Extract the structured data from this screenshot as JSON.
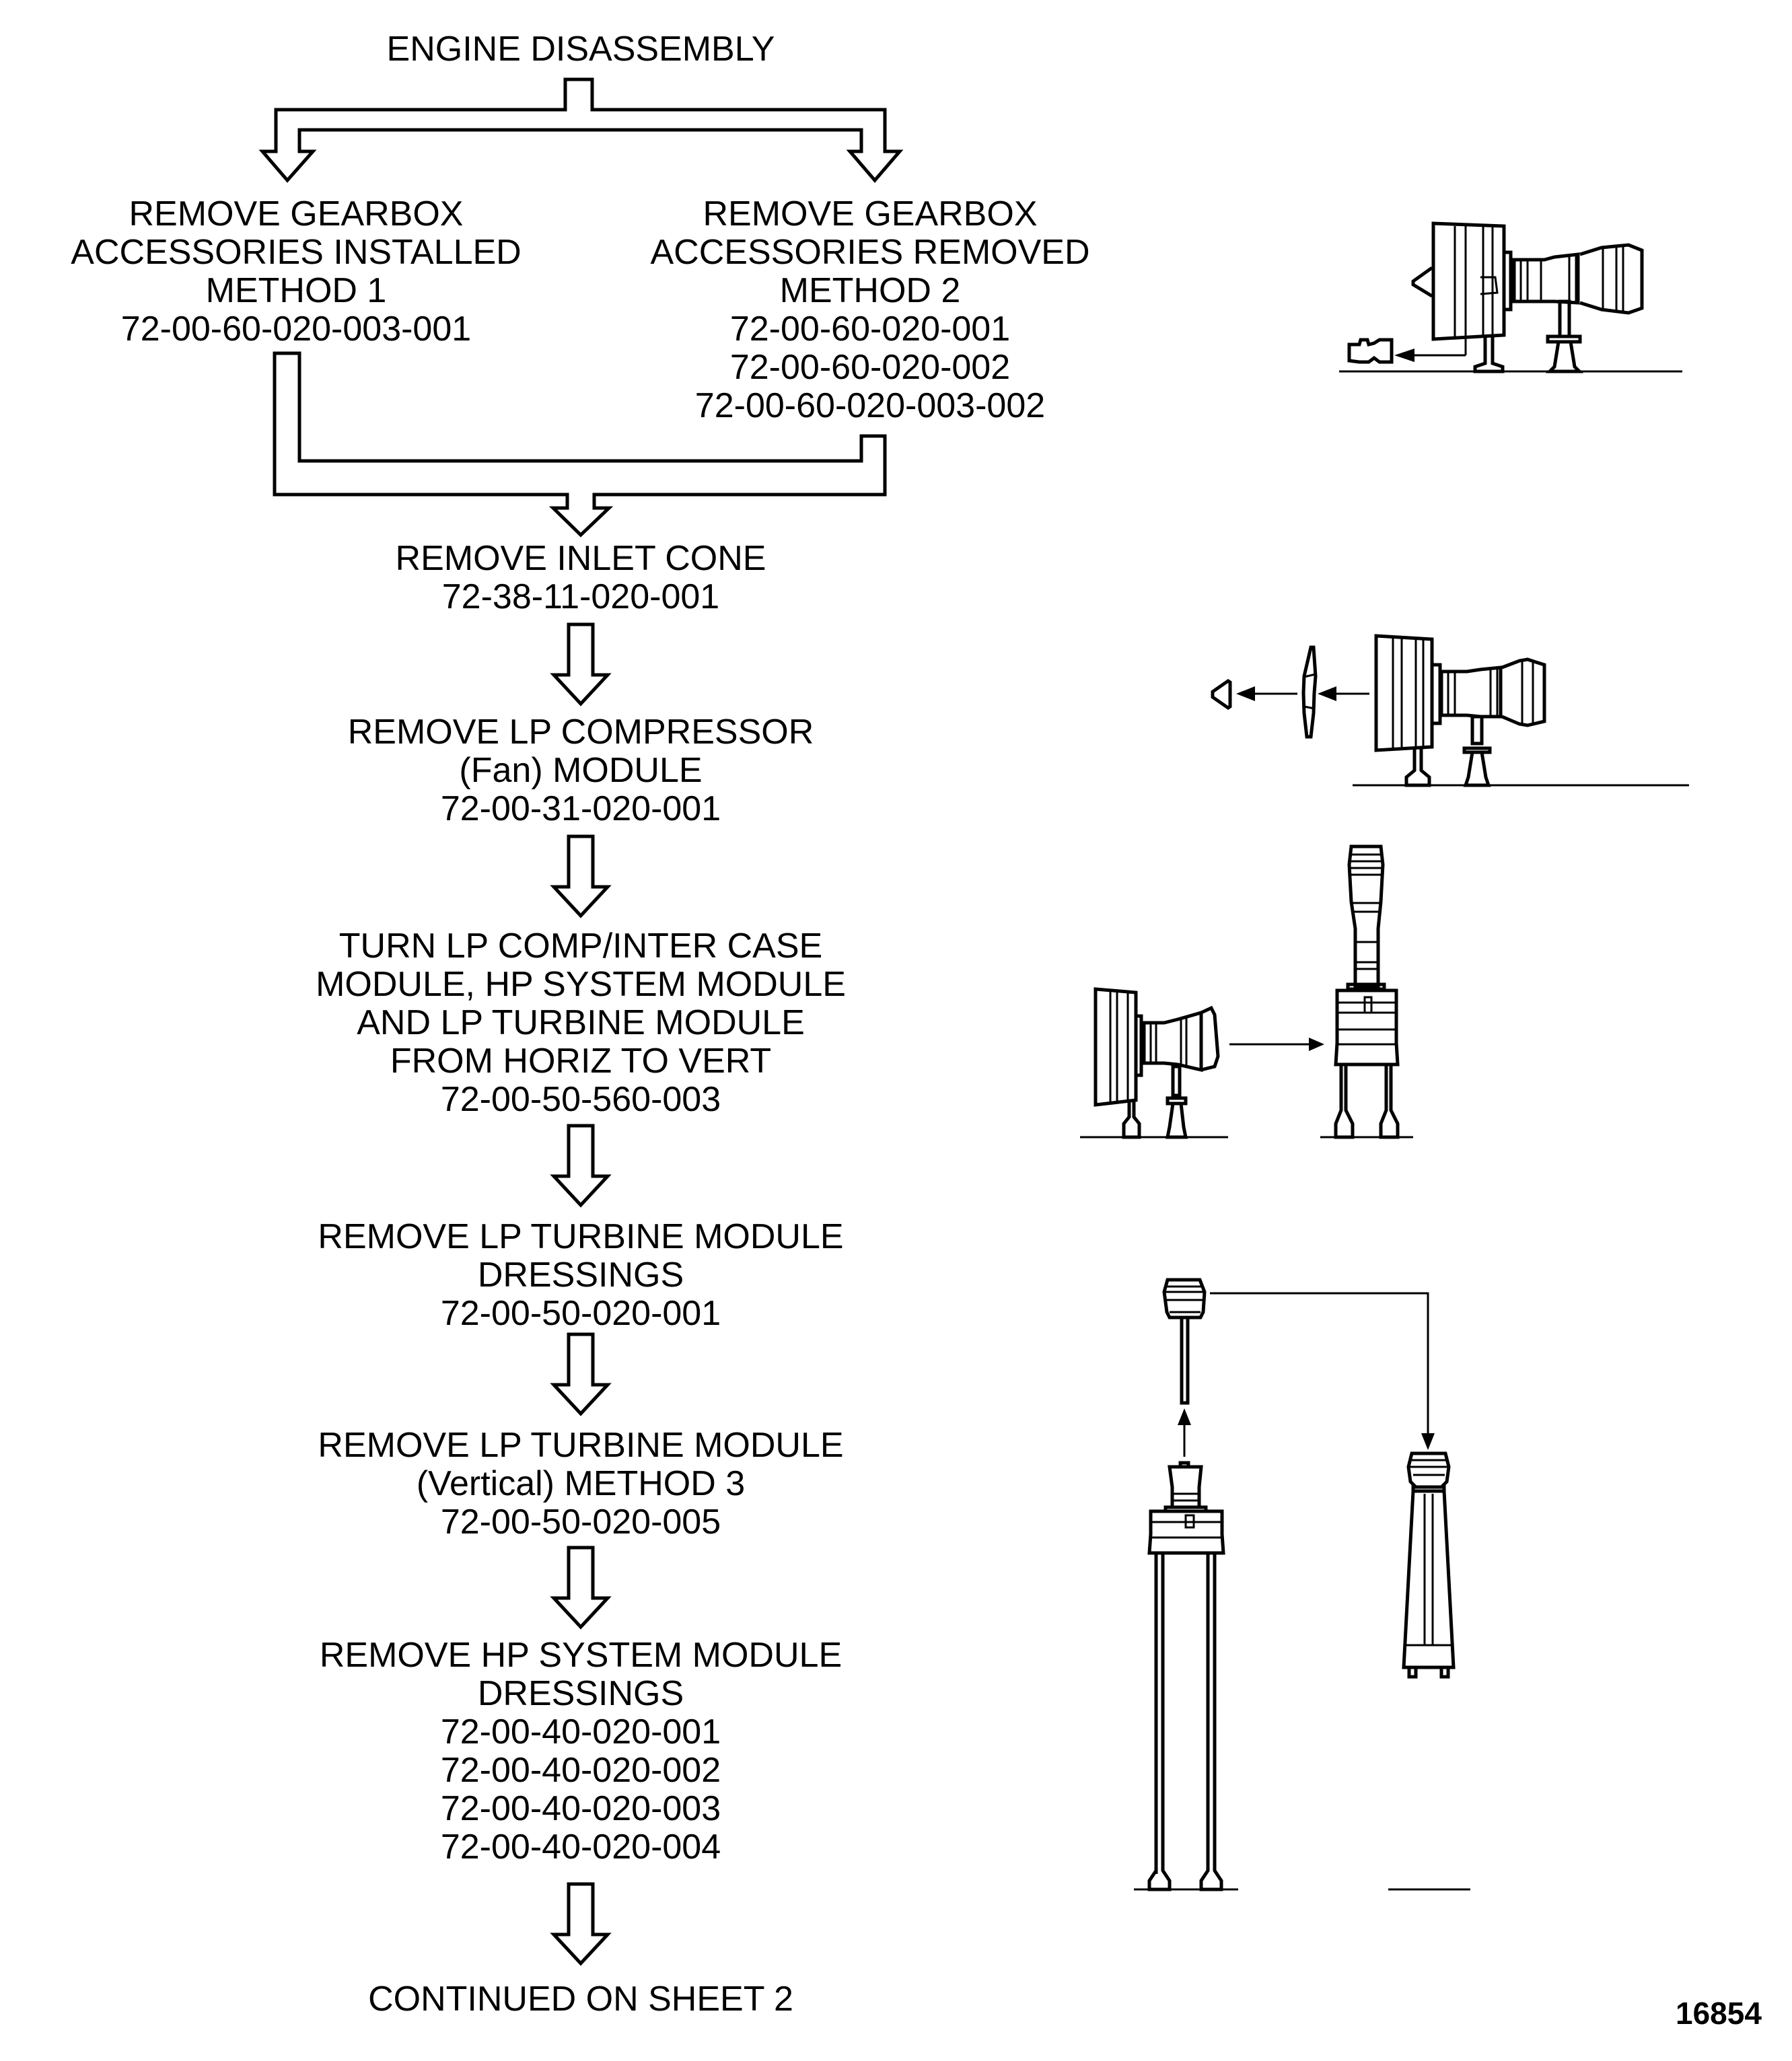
{
  "title": "ENGINE DISASSEMBLY",
  "branches": [
    {
      "lines": [
        "REMOVE GEARBOX",
        "ACCESSORIES INSTALLED",
        "METHOD 1"
      ],
      "refs": [
        "72-00-60-020-003-001"
      ]
    },
    {
      "lines": [
        "REMOVE GEARBOX",
        "ACCESSORIES REMOVED",
        "METHOD 2"
      ],
      "refs": [
        "72-00-60-020-001",
        "72-00-60-020-002",
        "72-00-60-020-003-002"
      ]
    }
  ],
  "steps": [
    {
      "lines": [
        "REMOVE INLET CONE"
      ],
      "refs": [
        "72-38-11-020-001"
      ]
    },
    {
      "lines": [
        "REMOVE LP COMPRESSOR",
        "(Fan) MODULE"
      ],
      "refs": [
        "72-00-31-020-001"
      ]
    },
    {
      "lines": [
        "TURN LP COMP/INTER CASE",
        "MODULE, HP SYSTEM MODULE",
        "AND LP TURBINE MODULE",
        "FROM HORIZ TO VERT"
      ],
      "refs": [
        "72-00-50-560-003"
      ]
    },
    {
      "lines": [
        "REMOVE LP TURBINE MODULE",
        "DRESSINGS"
      ],
      "refs": [
        "72-00-50-020-001"
      ]
    },
    {
      "lines": [
        "REMOVE LP TURBINE MODULE",
        "(Vertical) METHOD 3"
      ],
      "refs": [
        "72-00-50-020-005"
      ]
    },
    {
      "lines": [
        "REMOVE HP SYSTEM MODULE",
        "DRESSINGS"
      ],
      "refs": [
        "72-00-40-020-001",
        "72-00-40-020-002",
        "72-00-40-020-003",
        "72-00-40-020-004"
      ]
    }
  ],
  "footer": "CONTINUED ON SHEET 2",
  "figure_number": "16854",
  "illustrations": [
    "engine-horizontal-gearbox-removed",
    "inlet-cone-and-fan-removed",
    "engine-turned-horizontal-to-vertical",
    "lp-turbine-lifted-to-stand"
  ]
}
